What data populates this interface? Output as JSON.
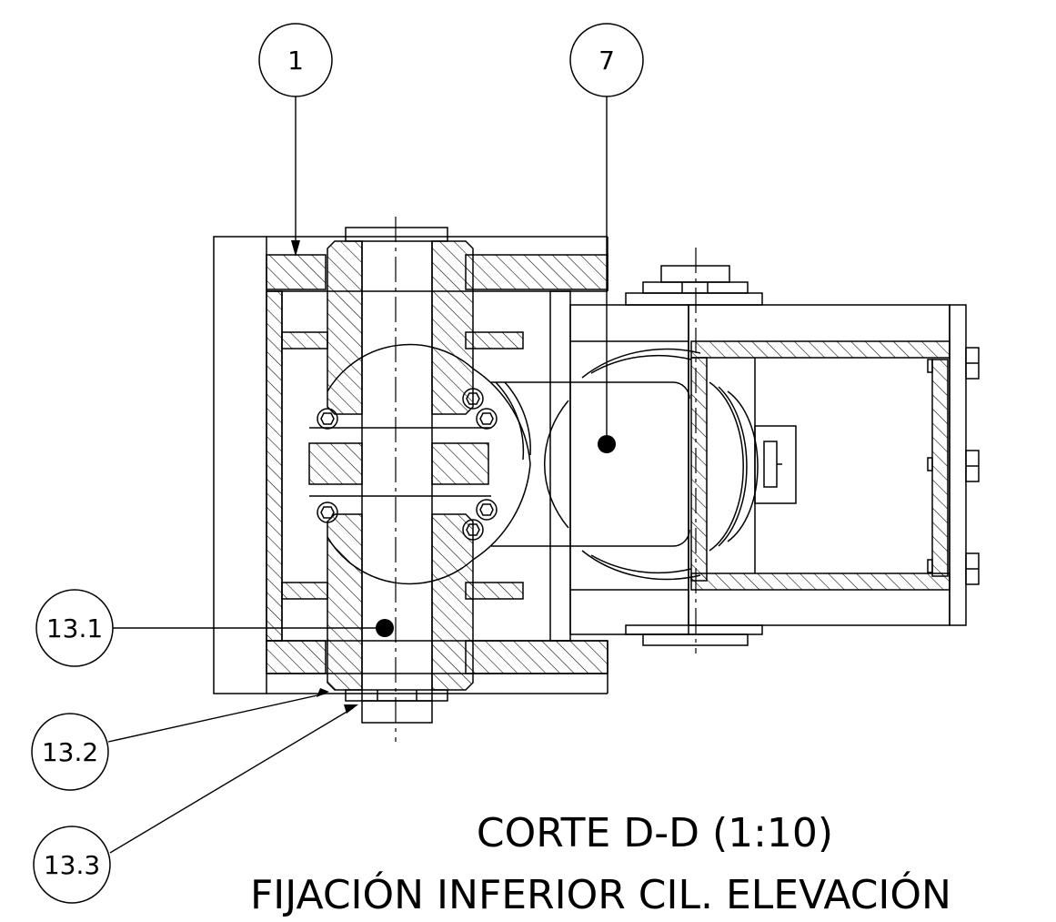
{
  "callouts": {
    "c1": "1",
    "c7": "7",
    "c13_1": "13.1",
    "c13_2": "13.2",
    "c13_3": "13.3"
  },
  "title": {
    "line1": "CORTE D-D (1:10)",
    "line2": "FIJACIÓN INFERIOR CIL. ELEVACIÓN"
  }
}
